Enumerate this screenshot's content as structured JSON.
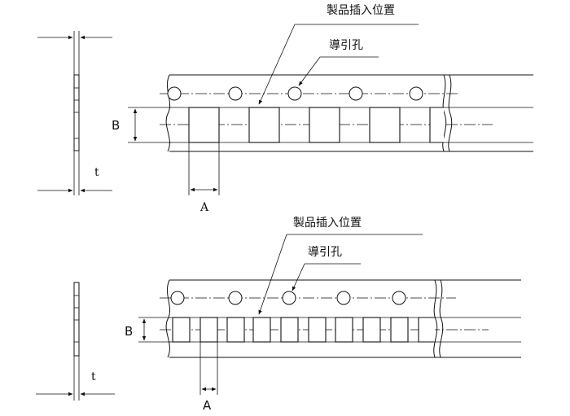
{
  "diagram_top": {
    "product_position_label": "製品插入位置",
    "guide_hole_label": "導引孔",
    "dim_B": "B",
    "dim_A": "A",
    "dim_t": "t"
  },
  "diagram_bottom": {
    "product_position_label": "製品插入位置",
    "guide_hole_label": "導引孔",
    "dim_B": "B",
    "dim_A": "A",
    "dim_t": "t"
  }
}
